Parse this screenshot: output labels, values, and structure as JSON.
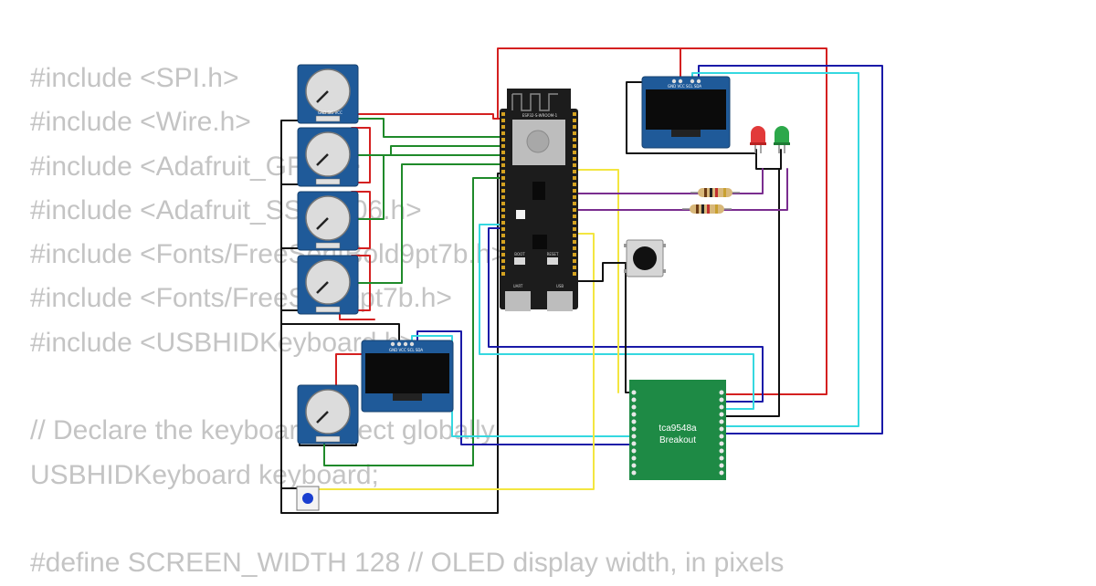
{
  "code_lines": [
    "#include <SPI.h>",
    "#include <Wire.h>",
    "#include <Adafruit_GFX.h>",
    "#include <Adafruit_SSD1306.h>",
    "#include <Fonts/FreeSerifBold9pt7b.h>",
    "#include <Fonts/FreeSerif9pt7b.h>",
    "#include <USBHIDKeyboard.h>",
    "",
    "// Declare the keyboard object globally",
    "USBHIDKeyboard keyboard;",
    "",
    "#define SCREEN_WIDTH 128 // OLED display width, in pixels"
  ],
  "esp32": {
    "module_label": "ESP32-S-WROOM-1",
    "boot_label": "BOOT",
    "reset_label": "RESET",
    "usb_left_label": "UART",
    "usb_right_label": "USB"
  },
  "mux": {
    "line1": "tca9548a",
    "line2": "Breakout"
  },
  "oled": {
    "pin_labels": "GND VCC SCL SDA"
  },
  "pot": {
    "pin_labels": "GND SIG VCC"
  },
  "colors": {
    "wire_red": "#d42020",
    "wire_green": "#1f8a2a",
    "wire_black": "#111111",
    "wire_blue": "#1a1aa8",
    "wire_cyan": "#35d8e0",
    "wire_yellow": "#f3e640",
    "wire_purple": "#7a2d8f",
    "board_blue": "#1f5a99",
    "mux_green": "#1e8a45",
    "esp_black": "#1c1c1c"
  }
}
